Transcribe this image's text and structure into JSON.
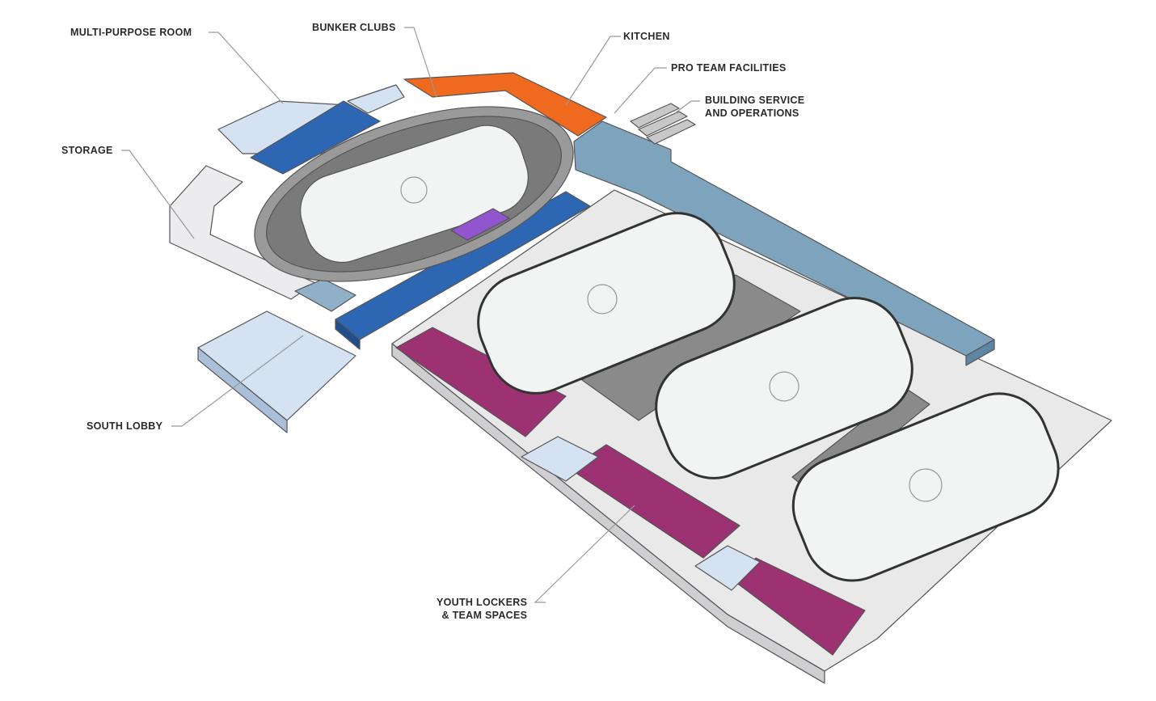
{
  "labels": {
    "multi_purpose_room": "MULTI-PURPOSE ROOM",
    "bunker_clubs": "BUNKER CLUBS",
    "kitchen": "KITCHEN",
    "pro_team_facilities": "PRO TEAM FACILITIES",
    "building_service_line1": "BUILDING SERVICE",
    "building_service_line2": "AND OPERATIONS",
    "storage": "STORAGE",
    "south_lobby": "SOUTH LOBBY",
    "youth_lockers_line1": "YOUTH LOCKERS",
    "youth_lockers_line2": "& TEAM SPACES"
  },
  "colors": {
    "dark_blue": "#2d66b3",
    "light_blue": "#c9dbef",
    "blue_grey": "#7ea3bd",
    "orange": "#ef6a1f",
    "magenta": "#9c3272",
    "purple": "#9155cf",
    "slab": "#e9e9ea",
    "ice": "#f2f4f4"
  }
}
